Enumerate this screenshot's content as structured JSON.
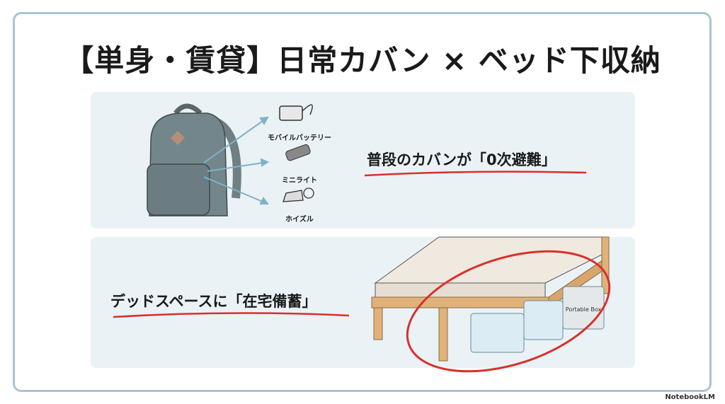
{
  "title": "【単身・賃貸】日常カバン × ベッド下収納",
  "panel1": {
    "caption": "普段のカバンが「0次避難」",
    "items": [
      "モバイルバッテリー",
      "ミニライト",
      "ホイズル"
    ]
  },
  "panel2": {
    "caption": "デッドスペースに「在宅備蓄」",
    "box_label": "Portable Box"
  },
  "watermark": "NotebookLM",
  "colors": {
    "frame": "#a7c6cf",
    "panel": "#eaf2f6",
    "accent": "#d9302c"
  }
}
